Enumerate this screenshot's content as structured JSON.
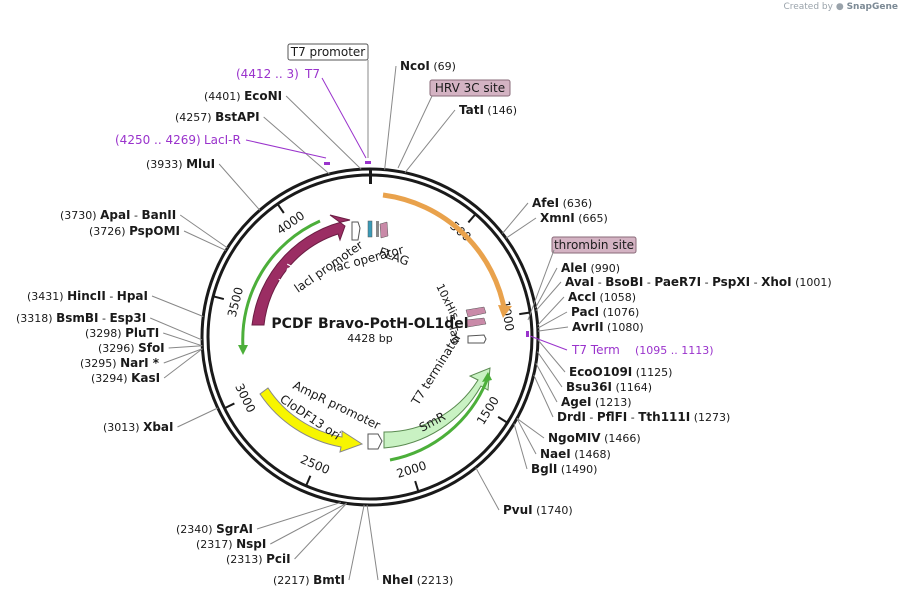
{
  "credit": {
    "prefix": "Created by",
    "brand": "SnapGene"
  },
  "plasmid": {
    "name": "PCDF Bravo-PotH-OL1del",
    "length_label": "4428 bp",
    "length": 4428
  },
  "ticks": [
    {
      "pos": 500,
      "label": "500"
    },
    {
      "pos": 1000,
      "label": "1000"
    },
    {
      "pos": 1500,
      "label": "1500"
    },
    {
      "pos": 2000,
      "label": "2000"
    },
    {
      "pos": 2500,
      "label": "2500"
    },
    {
      "pos": 3000,
      "label": "3000"
    },
    {
      "pos": 3500,
      "label": "3500"
    },
    {
      "pos": 4000,
      "label": "4000"
    }
  ],
  "colors": {
    "backbone": "#1a1a1a",
    "laci": "#9b2d63",
    "pink_small": "#c98aa8",
    "orange": "#e9a24c",
    "green_arrow": "#8fd07c",
    "smr": "#c9f2c3",
    "yellow": "#f7f500",
    "purple": "#9a33cc",
    "grey_box": "#d4b3c3"
  },
  "features": {
    "laci": "lacI",
    "laci_promoter": "lacI promoter",
    "lac_operator": "lac operator",
    "flag": "FLAG",
    "his_tag": "10xHis",
    "s_tag": "S Tag",
    "t7_terminator": "T7 terminator",
    "smr": "SmR",
    "ampr_promoter": "AmpR promoter",
    "cdf_ori": "CloDF13 ori"
  },
  "boxed_labels": {
    "t7_promoter": "T7 promoter",
    "hrv": "HRV 3C site",
    "thrombin": "thrombin site"
  },
  "primers": {
    "t7": {
      "name": "T7",
      "range": "(4412 .. 3)"
    },
    "laci_r": {
      "name": "LacI-R",
      "range": "(4250 .. 4269)"
    },
    "t7_term": {
      "name": "T7 Term",
      "range": "(1095 .. 1113)"
    }
  },
  "sites": [
    {
      "id": "ncoi",
      "name": "NcoI",
      "pos": "(69)",
      "deg": 5
    },
    {
      "id": "tati",
      "name": "TatI",
      "pos": "(146)",
      "deg": 12
    },
    {
      "id": "ecoi",
      "name": "EcoNI",
      "pos": "(4401)",
      "deg": -3
    },
    {
      "id": "bstapi",
      "name": "BstAPI",
      "pos": "(4257)",
      "deg": -14
    },
    {
      "id": "mlui",
      "name": "MluI",
      "pos": "(3933)",
      "deg": -41
    },
    {
      "id": "apai",
      "name": "ApaI",
      "extra": "BanII",
      "pos": "(3730)",
      "deg": -58
    },
    {
      "id": "pspomi",
      "name": "PspOMI",
      "pos": "(3726)",
      "deg": -59
    },
    {
      "id": "hincii",
      "name": "HincII",
      "extra": "HpaI",
      "pos": "(3431)",
      "deg": -83
    },
    {
      "id": "bsmbi",
      "name": "BsmBI",
      "extra": "Esp3I",
      "pos": "(3318)",
      "deg": -91
    },
    {
      "id": "pluti",
      "name": "PluTI",
      "pos": "(3298)",
      "deg": -93
    },
    {
      "id": "sfoi",
      "name": "SfoI",
      "pos": "(3296)",
      "deg": -93
    },
    {
      "id": "nari",
      "name": "NarI *",
      "pos": "(3295)",
      "deg": -94
    },
    {
      "id": "kasi",
      "name": "KasI",
      "pos": "(3294)",
      "deg": -94
    },
    {
      "id": "xbai",
      "name": "XbaI",
      "pos": "(3013)",
      "deg": -115
    },
    {
      "id": "sgrai",
      "name": "SgrAI",
      "pos": "(2340)",
      "deg": -170
    },
    {
      "id": "nspi",
      "name": "NspI",
      "pos": "(2317)",
      "deg": -172
    },
    {
      "id": "pcii",
      "name": "PciI",
      "pos": "(2313)",
      "deg": -172
    },
    {
      "id": "bmti",
      "name": "BmtI",
      "pos": "(2217)",
      "deg": -178
    },
    {
      "id": "nhei",
      "name": "NheI",
      "pos": "(2213)",
      "deg": -179
    },
    {
      "id": "pvui",
      "name": "PvuI",
      "pos": "(1740)",
      "deg": 141
    },
    {
      "id": "bgli",
      "name": "BglI",
      "pos": "(1490)",
      "deg": 121
    },
    {
      "id": "naei",
      "name": "NaeI",
      "pos": "(1468)",
      "deg": 119
    },
    {
      "id": "ngomiv",
      "name": "NgoMIV",
      "pos": "(1466)",
      "deg": 119
    },
    {
      "id": "drdi",
      "name": "DrdI",
      "extra": "PflFI",
      "extra2": "Tth111I",
      "pos": "(1273)",
      "deg": 103
    },
    {
      "id": "agei",
      "name": "AgeI",
      "pos": "(1213)",
      "deg": 99
    },
    {
      "id": "bsu36i",
      "name": "Bsu36I",
      "pos": "(1164)",
      "deg": 95
    },
    {
      "id": "ecoo109i",
      "name": "EcoO109I",
      "pos": "(1125)",
      "deg": 91
    },
    {
      "id": "avrii",
      "name": "AvrII",
      "pos": "(1080)",
      "deg": 88
    },
    {
      "id": "paci",
      "name": "PacI",
      "pos": "(1076)",
      "deg": 87
    },
    {
      "id": "acci",
      "name": "AccI",
      "pos": "(1058)",
      "deg": 86
    },
    {
      "id": "avai",
      "name": "AvaI",
      "extra": "BsoBI",
      "extra2": "PaeR7I",
      "extra3": "PspXI",
      "extra4": "XhoI",
      "pos": "(1001)",
      "deg": 81
    },
    {
      "id": "alei",
      "name": "AleI",
      "pos": "(990)",
      "deg": 80
    },
    {
      "id": "xmni",
      "name": "XmnI",
      "pos": "(665)",
      "deg": 54
    },
    {
      "id": "afei",
      "name": "AfeI",
      "pos": "(636)",
      "deg": 52
    }
  ]
}
